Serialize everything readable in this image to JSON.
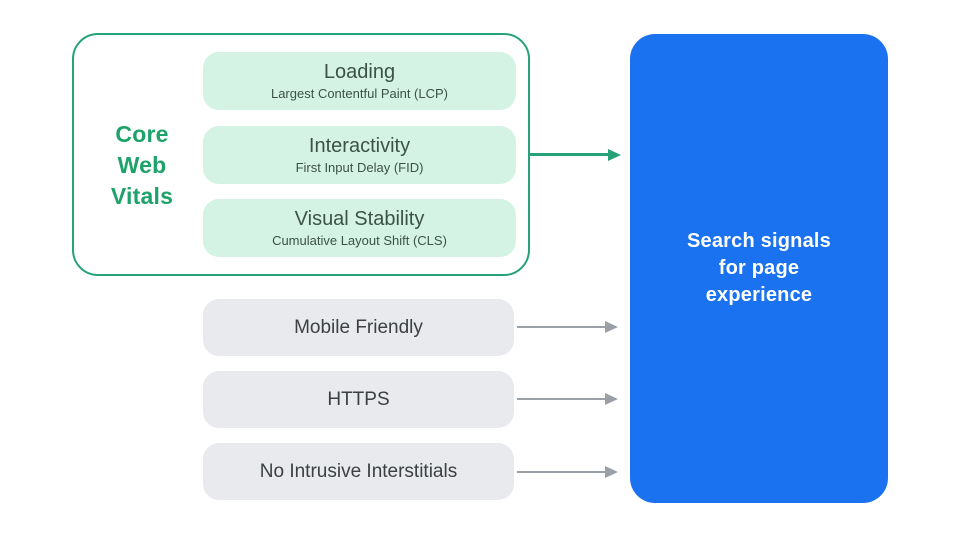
{
  "core_web_vitals": {
    "label": "Core Web Vitals",
    "items": [
      {
        "title": "Loading",
        "subtitle": "Largest Contentful Paint (LCP)"
      },
      {
        "title": "Interactivity",
        "subtitle": "First Input Delay (FID)"
      },
      {
        "title": "Visual Stability",
        "subtitle": "Cumulative Layout Shift (CLS)"
      }
    ]
  },
  "other_signals": [
    "Mobile Friendly",
    "HTTPS",
    "No Intrusive Interstitials"
  ],
  "result_box": {
    "lines": [
      "Search signals",
      "for page",
      "experience"
    ]
  },
  "colors": {
    "teal": "#25a277",
    "teal-text": "#1da26a",
    "mint-fill": "#d4f3e4",
    "mint-text": "#3c5249",
    "gray-fill": "#e8eaed",
    "gray-text": "#3c4043",
    "arrow-gray": "#9aa0a6",
    "blue-fill": "#1a72f0",
    "text-on-blue": "#ffffff",
    "background": "#ffffff"
  }
}
